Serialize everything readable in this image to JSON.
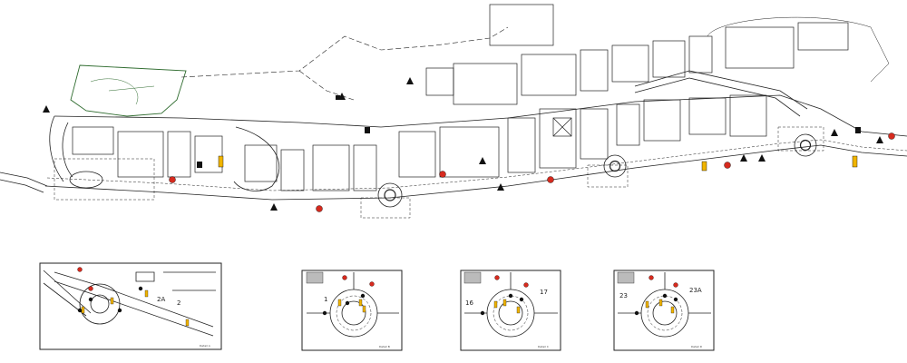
{
  "plan": {
    "colors": {
      "line": "#222222",
      "building": "#4a4a4a",
      "grass": "#2e6b2e",
      "stop_sign": "#d62a1e",
      "signal": "#f0b400",
      "warning": "#111111"
    },
    "detail_views": [
      {
        "labels": [
          "2A",
          "2"
        ],
        "caption": "Detail A"
      },
      {
        "labels": [
          "1"
        ],
        "caption": "Detail B"
      },
      {
        "labels": [
          "16",
          "17"
        ],
        "caption": "Detail C"
      },
      {
        "labels": [
          "23",
          "23A"
        ],
        "caption": "Detail D"
      }
    ]
  }
}
